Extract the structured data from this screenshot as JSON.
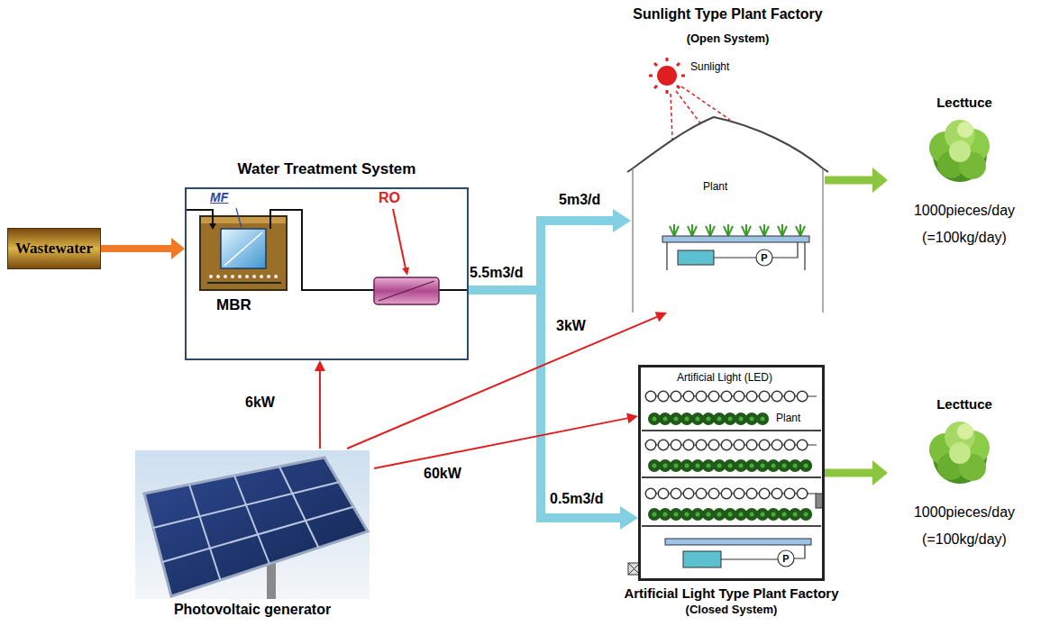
{
  "diagram": {
    "nodes": [
      {
        "text": [
          "Wastewater"
        ]
      },
      {
        "text": [
          "Water Treatment System"
        ]
      },
      {
        "text": [
          "Photovoltaic generator"
        ]
      },
      {
        "text": [
          "Sunlight Type Plant Factory",
          "(Open System)",
          "Plant"
        ]
      },
      {
        "text": [
          "Lecttuce",
          "1000pieces/day (=100kg/day)"
        ]
      },
      {
        "text": [
          "Artificial Light (LED)",
          "Plant",
          "Artificial Light Type Plant Factory",
          "(Closed System)"
        ]
      },
      {
        "text": [
          "Lecttuce",
          "1000pieces/day (=100kg/day)"
        ]
      }
    ],
    "edges": [
      {
        "from": 0,
        "to": 1,
        "arrow": "to"
      },
      {
        "from": 1,
        "to": 3,
        "label": "5m3/d",
        "arrow": "to"
      },
      {
        "from": 1,
        "to": 5,
        "label": "0.5m3/d",
        "arrow": "to"
      },
      {
        "from": 2,
        "to": 1,
        "label": "6kW",
        "arrow": "to"
      },
      {
        "from": 2,
        "to": 3,
        "label": "3kW",
        "arrow": "to"
      },
      {
        "from": 2,
        "to": 5,
        "label": "60kW",
        "arrow": "to"
      },
      {
        "from": 3,
        "to": 4,
        "arrow": "to"
      },
      {
        "from": 5,
        "to": 6,
        "arrow": "to"
      }
    ],
    "labels": [
      "MF",
      "MBR",
      "RO",
      "5.5m3/d",
      "Sunlight",
      "P",
      "P"
    ]
  }
}
